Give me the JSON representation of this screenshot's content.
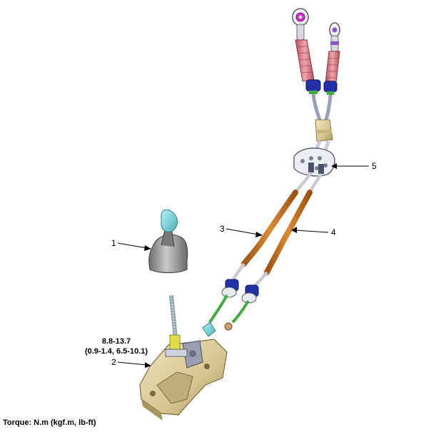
{
  "callouts": {
    "c1": "1",
    "c2": "2",
    "c3": "3",
    "c4": "4",
    "c5": "5"
  },
  "torque_spec": {
    "nm": "8.8-13.7",
    "kgfm_lbft": "(0.9-1.4, 6.5-10.1)"
  },
  "footnote": "Torque: N.m (kgf.m, lb-ft)",
  "colors": {
    "cable_sheath": "#c7731f",
    "cable_core": "#c8cad6",
    "boot_pink": "#e4838f",
    "collar_blue": "#2430a8",
    "accent_green": "#3faa3f",
    "knob_cyan": "#7fd3d8",
    "bracket_tan": "#d6c58f",
    "boot_gray": "#8c8c8c"
  }
}
